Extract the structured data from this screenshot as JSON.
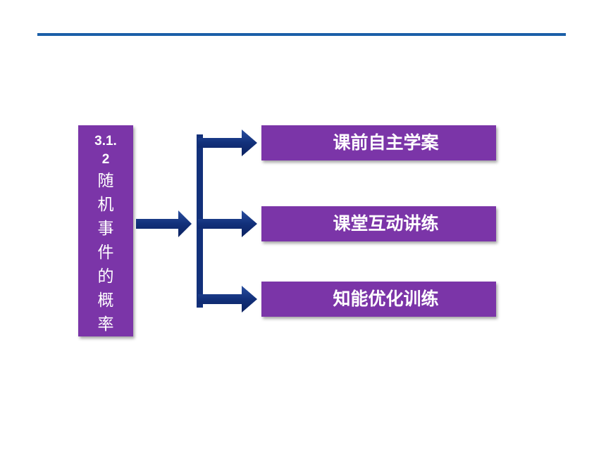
{
  "title": {
    "number_lines": [
      "3.1.",
      "2"
    ],
    "chars": [
      "随",
      "机",
      "事",
      "件",
      "的",
      "概",
      "率"
    ]
  },
  "menu": [
    {
      "label": "课前自主学案"
    },
    {
      "label": "课堂互动讲练"
    },
    {
      "label": "知能优化训练"
    }
  ],
  "colors": {
    "accent": "#7b35a8",
    "arrow": "#12307a",
    "rule": "#1b5fa8"
  }
}
